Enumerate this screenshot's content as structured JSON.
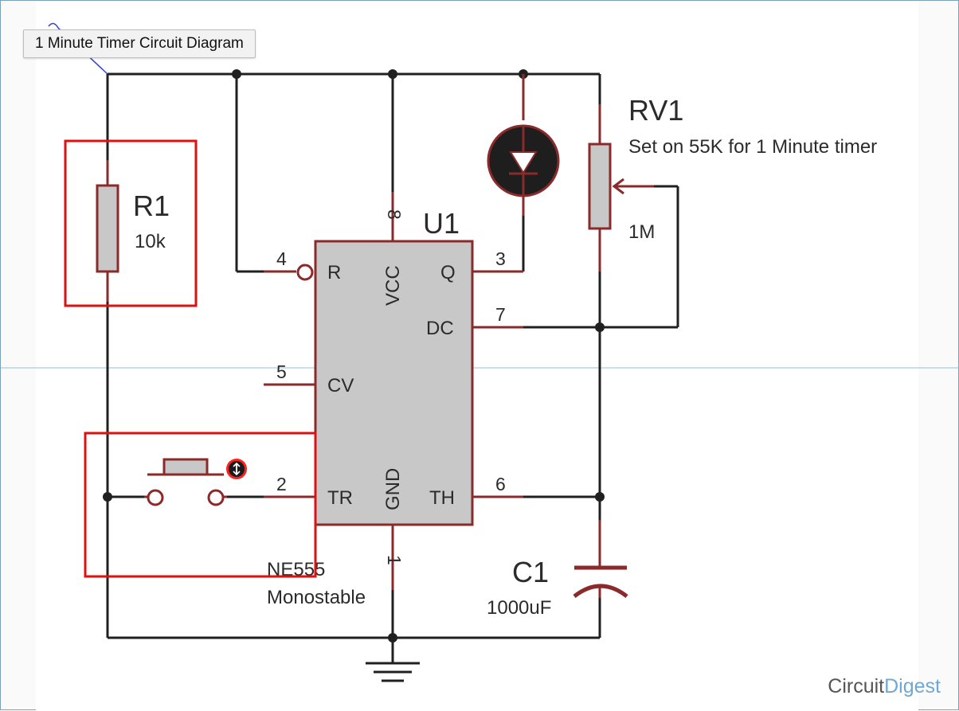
{
  "tooltip": "1 Minute Timer Circuit Diagram",
  "components": {
    "r1": {
      "ref": "R1",
      "value": "10k"
    },
    "rv1": {
      "ref": "RV1",
      "note": "Set on 55K for 1 Minute timer",
      "value": "1M"
    },
    "u1": {
      "ref": "U1",
      "part": "NE555",
      "mode": "Monostable"
    },
    "c1": {
      "ref": "C1",
      "value": "1000uF"
    }
  },
  "pins": {
    "p4": {
      "num": "4",
      "name": "R"
    },
    "p8": {
      "num": "8",
      "name": "VCC"
    },
    "p3": {
      "num": "3",
      "name": "Q"
    },
    "p7": {
      "num": "7",
      "name": "DC"
    },
    "p5": {
      "num": "5",
      "name": "CV"
    },
    "p2": {
      "num": "2",
      "name": "TR"
    },
    "p1": {
      "num": "1",
      "name": "GND"
    },
    "p6": {
      "num": "6",
      "name": "TH"
    }
  },
  "brand": {
    "part1": "Circuit",
    "part2": "Digest"
  },
  "colors": {
    "wire": "#202020",
    "component": "#8b2a2a",
    "highlight": "#e01010",
    "chip": "#c8c8c8",
    "crosshair": "#8fc4dc"
  }
}
